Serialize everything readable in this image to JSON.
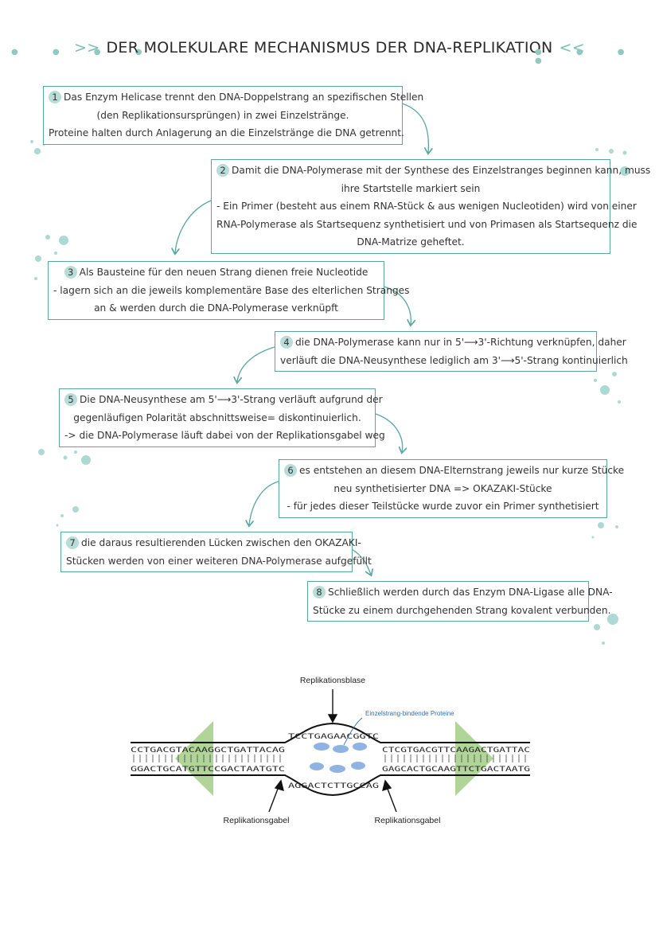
{
  "title": {
    "left_marks": ">>",
    "text": "DER MOLEKULARE MECHANISMUS DER DNA-REPLIKATION",
    "right_marks": "<<"
  },
  "steps": [
    {
      "number": "1",
      "lines": [
        "Das Enzym Helicase trennt den DNA-Doppelstrang an spezifischen Stellen",
        "(den Replikationsursprüngen) in zwei Einzelstränge.",
        "Proteine halten durch Anlagerung an die Einzelstränge die DNA getrennt."
      ]
    },
    {
      "number": "2",
      "lines": [
        "Damit die DNA-Polymerase mit der Synthese des Einzelstranges beginnen kann, muss",
        "ihre Startstelle markiert sein",
        "- Ein Primer (besteht aus einem RNA-Stück & aus wenigen Nucleotiden) wird von einer",
        "RNA-Polymerase als Startsequenz synthetisiert und von Primasen als Startsequenz die",
        "DNA-Matrize geheftet."
      ]
    },
    {
      "number": "3",
      "lines": [
        "Als Bausteine für den neuen Strang dienen freie Nucleotide",
        "- lagern sich an die jeweils komplementäre Base des elterlichen Stranges",
        "an & werden durch die DNA-Polymerase verknüpft"
      ]
    },
    {
      "number": "4",
      "lines": [
        "die DNA-Polymerase kann nur in 5'⟶3'-Richtung verknüpfen, daher",
        "verläuft die DNA-Neusynthese lediglich am 3'⟶5'-Strang kontinuierlich"
      ]
    },
    {
      "number": "5",
      "lines": [
        "Die DNA-Neusynthese am 5'⟶3'-Strang verläuft aufgrund der",
        "gegenläufigen Polarität abschnittsweise= diskontinuierlich.",
        "-> die DNA-Polymerase läuft dabei von der Replikationsgabel weg"
      ]
    },
    {
      "number": "6",
      "lines": [
        "es entstehen an diesem DNA-Elternstrang jeweils nur kurze Stücke",
        "neu synthetisierter DNA => OKAZAKI-Stücke",
        "- für jedes dieser Teilstücke wurde zuvor ein Primer synthetisiert"
      ]
    },
    {
      "number": "7",
      "lines": [
        "die daraus resultierenden Lücken zwischen den OKAZAKI-",
        "Stücken werden von einer weiteren DNA-Polymerase aufgefüllt"
      ]
    },
    {
      "number": "8",
      "lines": [
        "Schließlich werden durch das Enzym DNA-Ligase alle DNA-",
        "Stücke zu einem durchgehenden Strang kovalent verbunden."
      ]
    }
  ],
  "diagram": {
    "label_bubble": "Replikationsblase",
    "label_proteins": "Einzelstrang-bindende Proteine",
    "label_fork_left": "Replikationsgabel",
    "label_fork_right": "Replikationsgabel",
    "seq_top_left": "CCTGACGTACAAGGCTGATTACAG",
    "seq_top_right": "CTCGTGACGTTCAAGACTGATTAC",
    "seq_bottom_left": "GGACTGCATGTTCCGACTAATGTC",
    "seq_bottom_right": "GAGCACTGCAAGTTCTGACTAATG",
    "seq_bubble_top": "TCCTGAGAACGGTC",
    "seq_bubble_bottom": "AGGACTCTTGCCAG"
  },
  "colors": {
    "accent": "#5aa6a0",
    "number_bg": "#b8ddd8",
    "arrow_fill": "#a8d08d",
    "protein": "#8fb3e3"
  }
}
